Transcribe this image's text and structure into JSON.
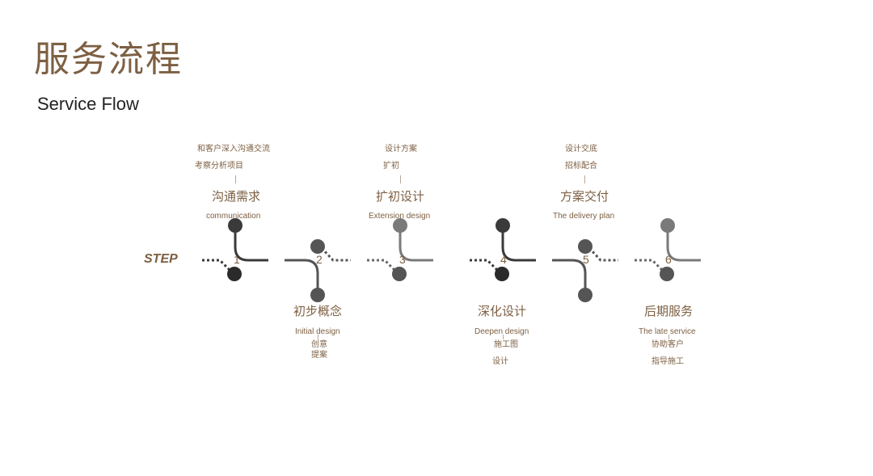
{
  "header": {
    "title_cn": "服务流程",
    "title_en": "Service Flow"
  },
  "step_label": "STEP",
  "steps": [
    {
      "num": "1",
      "cn": "沟通需求",
      "en": "communication",
      "desc": [
        "和客户深入沟通交流",
        "考察分析项目"
      ]
    },
    {
      "num": "2",
      "cn": "初步概念",
      "en": "Initial design",
      "desc": [
        "创意",
        "提案"
      ]
    },
    {
      "num": "3",
      "cn": "扩初设计",
      "en": "Extension design",
      "desc": [
        "设计方案",
        "扩初"
      ]
    },
    {
      "num": "4",
      "cn": "深化设计",
      "en": "Deepen design",
      "desc": [
        "施工图",
        "设计"
      ]
    },
    {
      "num": "5",
      "cn": "方案交付",
      "en": "The delivery plan",
      "desc": [
        "设计交底",
        "招标配合"
      ]
    },
    {
      "num": "6",
      "cn": "后期服务",
      "en": "The late service",
      "desc": [
        "协助客户",
        "指导施工"
      ]
    }
  ],
  "colors": {
    "brand": "#7d6043",
    "text": "#222222",
    "node_dark": "#2b2b2b",
    "node_mid": "#555555",
    "node_light": "#7a7a7a"
  }
}
